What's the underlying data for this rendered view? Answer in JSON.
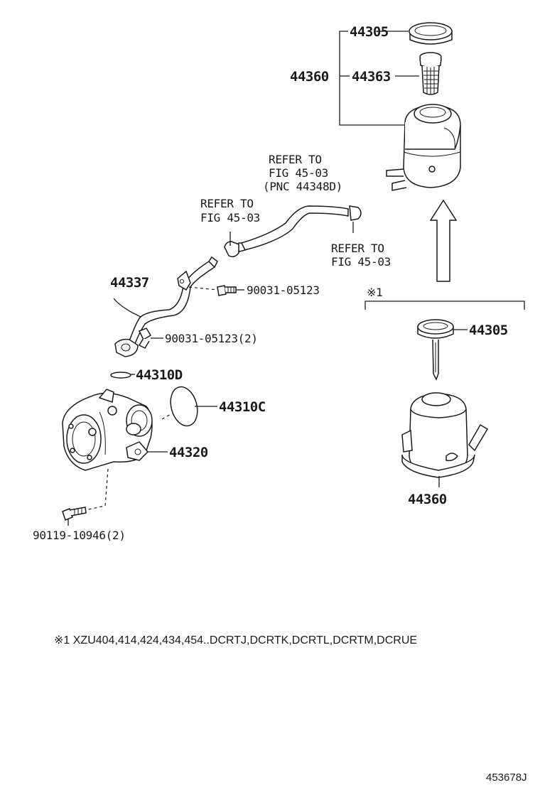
{
  "labels": {
    "p44305_top": "44305",
    "p44360_top": "44360",
    "p44363": "44363",
    "refer_pnc_1": "REFER TO",
    "refer_pnc_2": "FIG 45-03",
    "refer_pnc_3": "(PNC 44348D)",
    "refer_left_1": "REFER TO",
    "refer_left_2": "FIG 45-03",
    "refer_right_1": "REFER TO",
    "refer_right_2": "FIG 45-03",
    "p44337": "44337",
    "p90031_a": "90031-05123",
    "p90031_b": "90031-05123(2)",
    "p44310D": "44310D",
    "p44310C": "44310C",
    "p44320": "44320",
    "p90119": "90119-10946(2)",
    "note_mark": "※1",
    "p44305_alt": "44305",
    "p44360_alt": "44360"
  },
  "footnote": "※1 XZU404,414,424,434,454..DCRTJ,DCRTK,DCRTL,DCRTM,DCRUE",
  "diagram_code": "453678J"
}
